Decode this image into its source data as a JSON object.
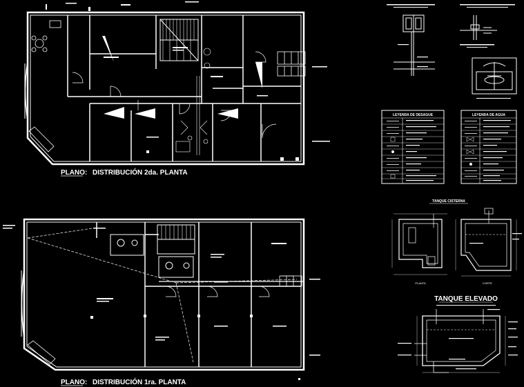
{
  "plan_top": {
    "title_prefix": "PLANO:",
    "title_rest": "DISTRIBUCIÓN 2da. PLANTA"
  },
  "plan_bottom": {
    "title_prefix": "PLANO:",
    "title_rest": "DISTRIBUCIÓN 1ra. PLANTA"
  },
  "legend_desague": {
    "title": "LEYENDA DE DESAGUE"
  },
  "legend_agua": {
    "title": "LEYENDA DE AGUA"
  },
  "tanque_cisterna": {
    "title": "TANQUE CISTERNA",
    "view_plan": "PLANTA",
    "view_section": "CORTE"
  },
  "tanque_elevado": {
    "title": "TANQUE ELEVADO"
  },
  "colors": {
    "background": "#000000",
    "lines": "#ffffff"
  }
}
